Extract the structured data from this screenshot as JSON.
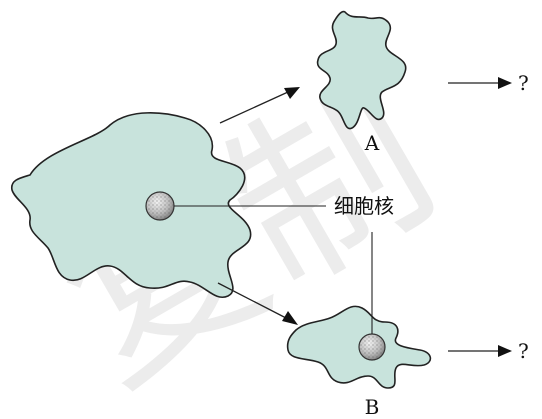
{
  "diagram": {
    "labels": {
      "cell_a": "A",
      "cell_b": "B",
      "nucleus": "细胞核",
      "question_a": "?",
      "question_b": "?"
    },
    "colors": {
      "cell_fill": "#c8e3dc",
      "outline": "#222222",
      "nucleus_fill": "#d6d6d6",
      "watermark": "#c9c9c9"
    },
    "watermark_text": "复制"
  }
}
